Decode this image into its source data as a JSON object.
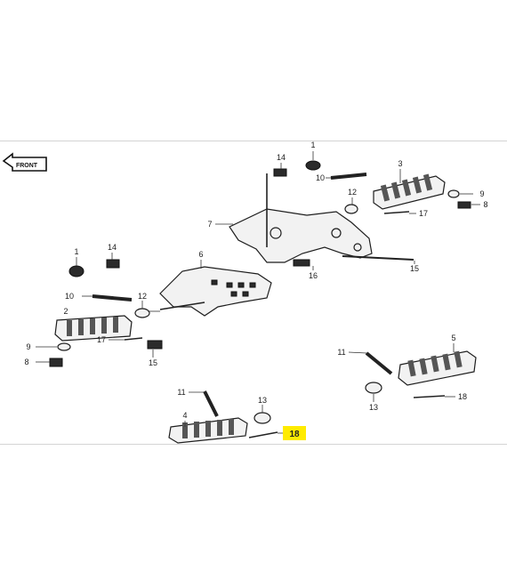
{
  "diagram": {
    "front_arrow_text": "FRONT",
    "highlight_color": "#ffeb00",
    "labels": {
      "l1a": "1",
      "l14a": "14",
      "l10a": "10",
      "l3": "3",
      "l12a": "12",
      "l9a": "9",
      "l8a": "8",
      "l17a": "17",
      "l7": "7",
      "l16": "16",
      "l15b": "15",
      "l1b": "1",
      "l14b": "14",
      "l6": "6",
      "l10b": "10",
      "l12b": "12",
      "l2": "2",
      "l17b": "17",
      "l9b": "9",
      "l8b": "8",
      "l15a": "15",
      "l11a": "11",
      "l5": "5",
      "l13a": "13",
      "l18a": "18",
      "l11b": "11",
      "l13b": "13",
      "l4": "4",
      "l18b": "18"
    }
  }
}
